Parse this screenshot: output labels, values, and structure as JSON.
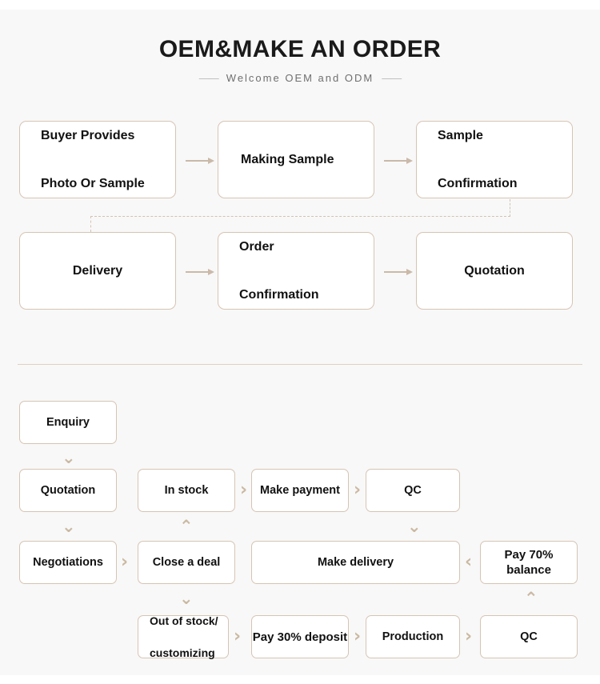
{
  "page": {
    "background": "#f8f8f8",
    "box_border_color": "#d7c4b4",
    "arrow_color": "#cbb9a9",
    "chevron_color": "#cbb9a2",
    "divider_color": "#ded0c2",
    "text_color": "#111111"
  },
  "header": {
    "title": "OEM&MAKE AN ORDER",
    "dash_left": "——",
    "subtitle": "Welcome OEM and ODM",
    "dash_right": "——"
  },
  "top_flow": {
    "row1": [
      {
        "label": "Buyer Provides\nPhoto Or Sample",
        "line1": "Buyer Provides",
        "line2": "Photo Or Sample"
      },
      {
        "label": "Making Sample",
        "line1": "Making Sample",
        "line2": ""
      },
      {
        "label": "Sample Confirmation",
        "line1": "Sample",
        "line2": "Confirmation"
      }
    ],
    "row2": [
      {
        "label": "Delivery",
        "line1": "Delivery",
        "line2": ""
      },
      {
        "label": "Order Confirmation",
        "line1": "Order",
        "line2": "Confirmation"
      },
      {
        "label": "Quotation",
        "line1": "Quotation",
        "line2": ""
      }
    ],
    "arrows": [
      {
        "name": "arrow-buyer-to-making",
        "direction": "right"
      },
      {
        "name": "arrow-making-to-sample-confirmation",
        "direction": "right"
      },
      {
        "name": "arrow-delivery-to-order-confirmation",
        "direction": "right"
      },
      {
        "name": "arrow-order-confirmation-to-quotation",
        "direction": "right"
      }
    ],
    "connector": {
      "name": "dashed-connector-sample-confirmation-to-delivery",
      "style": "dashed",
      "from": "Sample Confirmation",
      "to": "Delivery"
    }
  },
  "bottom_flow": {
    "nodes": {
      "enquiry": "Enquiry",
      "quotation": "Quotation",
      "in_stock": "In stock",
      "make_payment": "Make payment",
      "qc_top": "QC",
      "negotiations": "Negotiations",
      "close_a_deal": "Close a deal",
      "make_delivery": "Make delivery",
      "pay_70_balance": "Pay 70%  balance",
      "out_of_stock_line1": "Out of stock/",
      "out_of_stock_line2": "customizing",
      "pay_30_deposit": "Pay 30% deposit",
      "production": "Production",
      "qc_bottom": "QC"
    },
    "arrows": {
      "enquiry_to_quotation": "chevron-down",
      "quotation_to_negotiations": "chevron-down",
      "negotiations_to_close_a_deal": "chevron-right",
      "close_a_deal_to_out_of_stock": "chevron-down",
      "out_of_stock_to_pay_30": "chevron-right",
      "pay_30_to_production": "chevron-right",
      "production_to_qc_bottom": "chevron-right",
      "qc_bottom_to_pay_70": "chevron-up",
      "pay_70_to_make_delivery": "chevron-left",
      "close_a_deal_to_in_stock": "chevron-up",
      "in_stock_to_make_payment": "chevron-right",
      "make_payment_to_qc_top": "chevron-right",
      "qc_top_to_make_delivery": "chevron-down"
    },
    "glyphs": {
      "down": "⌄",
      "up": "⌃",
      "right": "›",
      "left": "‹"
    }
  }
}
